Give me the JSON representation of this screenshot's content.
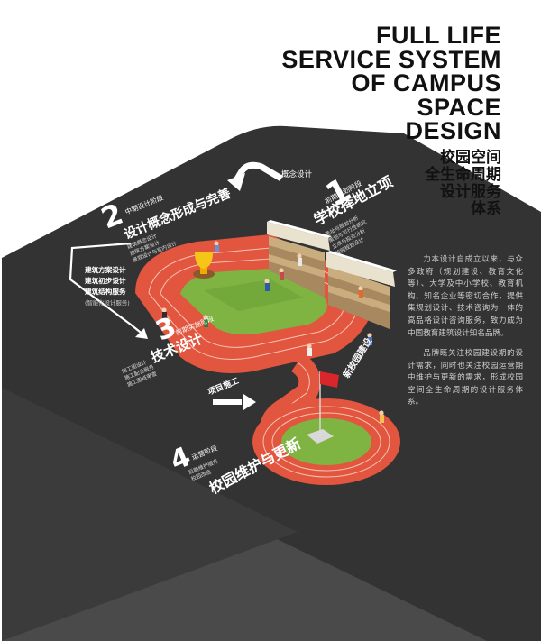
{
  "title_en": [
    "FULL LIFE",
    "SERVICE SYSTEM",
    "OF CAMPUS",
    "SPACE",
    "DESIGN"
  ],
  "title_cn": [
    "校园空间",
    "全生命周期",
    "设计服务",
    "体系"
  ],
  "stage1": {
    "number": "1",
    "tag": "前期策划阶段",
    "title": "学校择地立项",
    "items": [
      "选址与规划分析",
      "策划与可行性研究",
      "立项与投资分析",
      "校园规划设计"
    ]
  },
  "stage2": {
    "number": "2",
    "tag": "中期设计阶段",
    "title": "设计概念形成与完善",
    "items": [
      "建筑概念设计",
      "建筑方案设计",
      "景观设计与室内设计"
    ]
  },
  "stage3": {
    "number": "3",
    "tag": "前期实施阶段",
    "title": "技术设计",
    "items": [
      "施工图设计",
      "施工配合服务",
      "施工图纸审查"
    ]
  },
  "stage4": {
    "number": "4",
    "tag": "运营阶段",
    "title": "校园维护与更新",
    "items": [
      "后期维护服务",
      "校园改造"
    ]
  },
  "connectors": {
    "concept": "概念设计",
    "construction": "项目施工",
    "new_campus": "新校园建设"
  },
  "design_box": [
    "建筑方案设计",
    "建筑初步设计",
    "建筑结构服务",
    "(智能化设计服务)"
  ],
  "paragraphs": [
    "力本设计自成立以来，与众多政府（规划建设、教育文化等）、大学及中小学校、教育机构、知名企业等密切合作，提供集规划设计、技术咨询为一体的高品格设计咨询服务，致力成为中国教育建筑设计知名品牌。",
    "品牌既关注校园建设期的设计需求，同时也关注校园运营期中维护与更新的需求，形成校园空间全生命周期的设计服务体系。"
  ],
  "colors": {
    "panel": "#333333",
    "track": "#e2553f",
    "track_line": "#f6c3b2",
    "grass": "#7fb342",
    "grass_dark": "#6a9e35",
    "stand": "#a8895f",
    "roof": "#e9e2cf",
    "flag": "#d9262b"
  }
}
